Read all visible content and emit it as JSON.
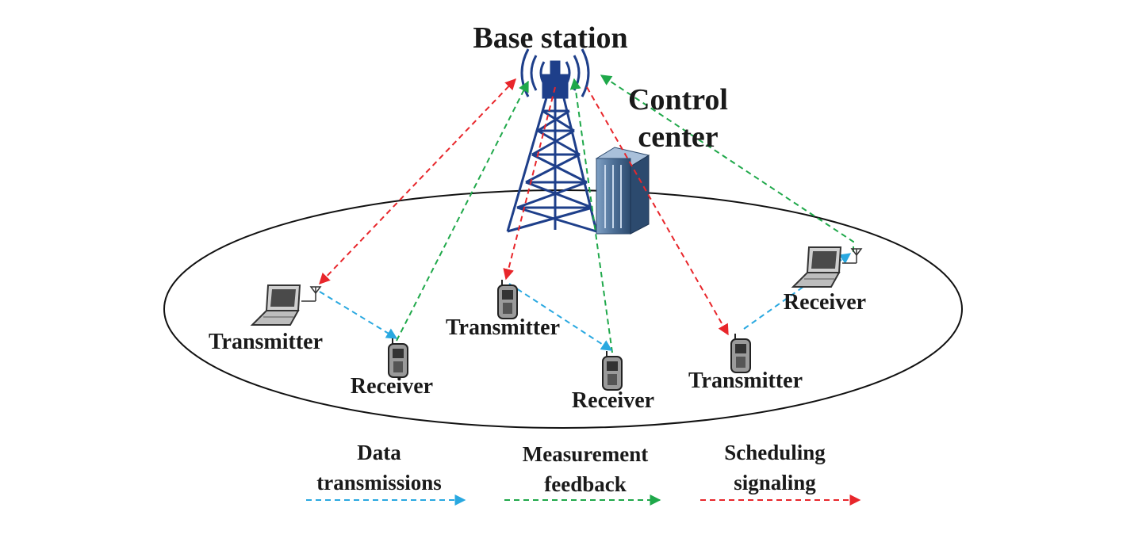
{
  "title": "Base station",
  "control_center": {
    "line1": "Control",
    "line2": "center"
  },
  "nodes": {
    "tx_left": "Transmitter",
    "rx_left": "Receiver",
    "tx_mid": "Transmitter",
    "rx_mid": "Receiver",
    "tx_right": "Transmitter",
    "rx_right": "Receiver"
  },
  "legend": {
    "data": {
      "line1": "Data",
      "line2": "transmissions",
      "color": "#29a8e0"
    },
    "feedback": {
      "line1": "Measurement",
      "line2": "feedback",
      "color": "#1fa84a"
    },
    "scheduling": {
      "line1": "Scheduling",
      "line2": "signaling",
      "color": "#e8262b"
    }
  },
  "colors": {
    "tower": "#1e3f8a",
    "server": "#4d6f96",
    "ellipse": "#111111"
  },
  "icons": [
    "radio-tower-icon",
    "server-rack-icon",
    "laptop-icon",
    "mobile-phone-icon"
  ]
}
